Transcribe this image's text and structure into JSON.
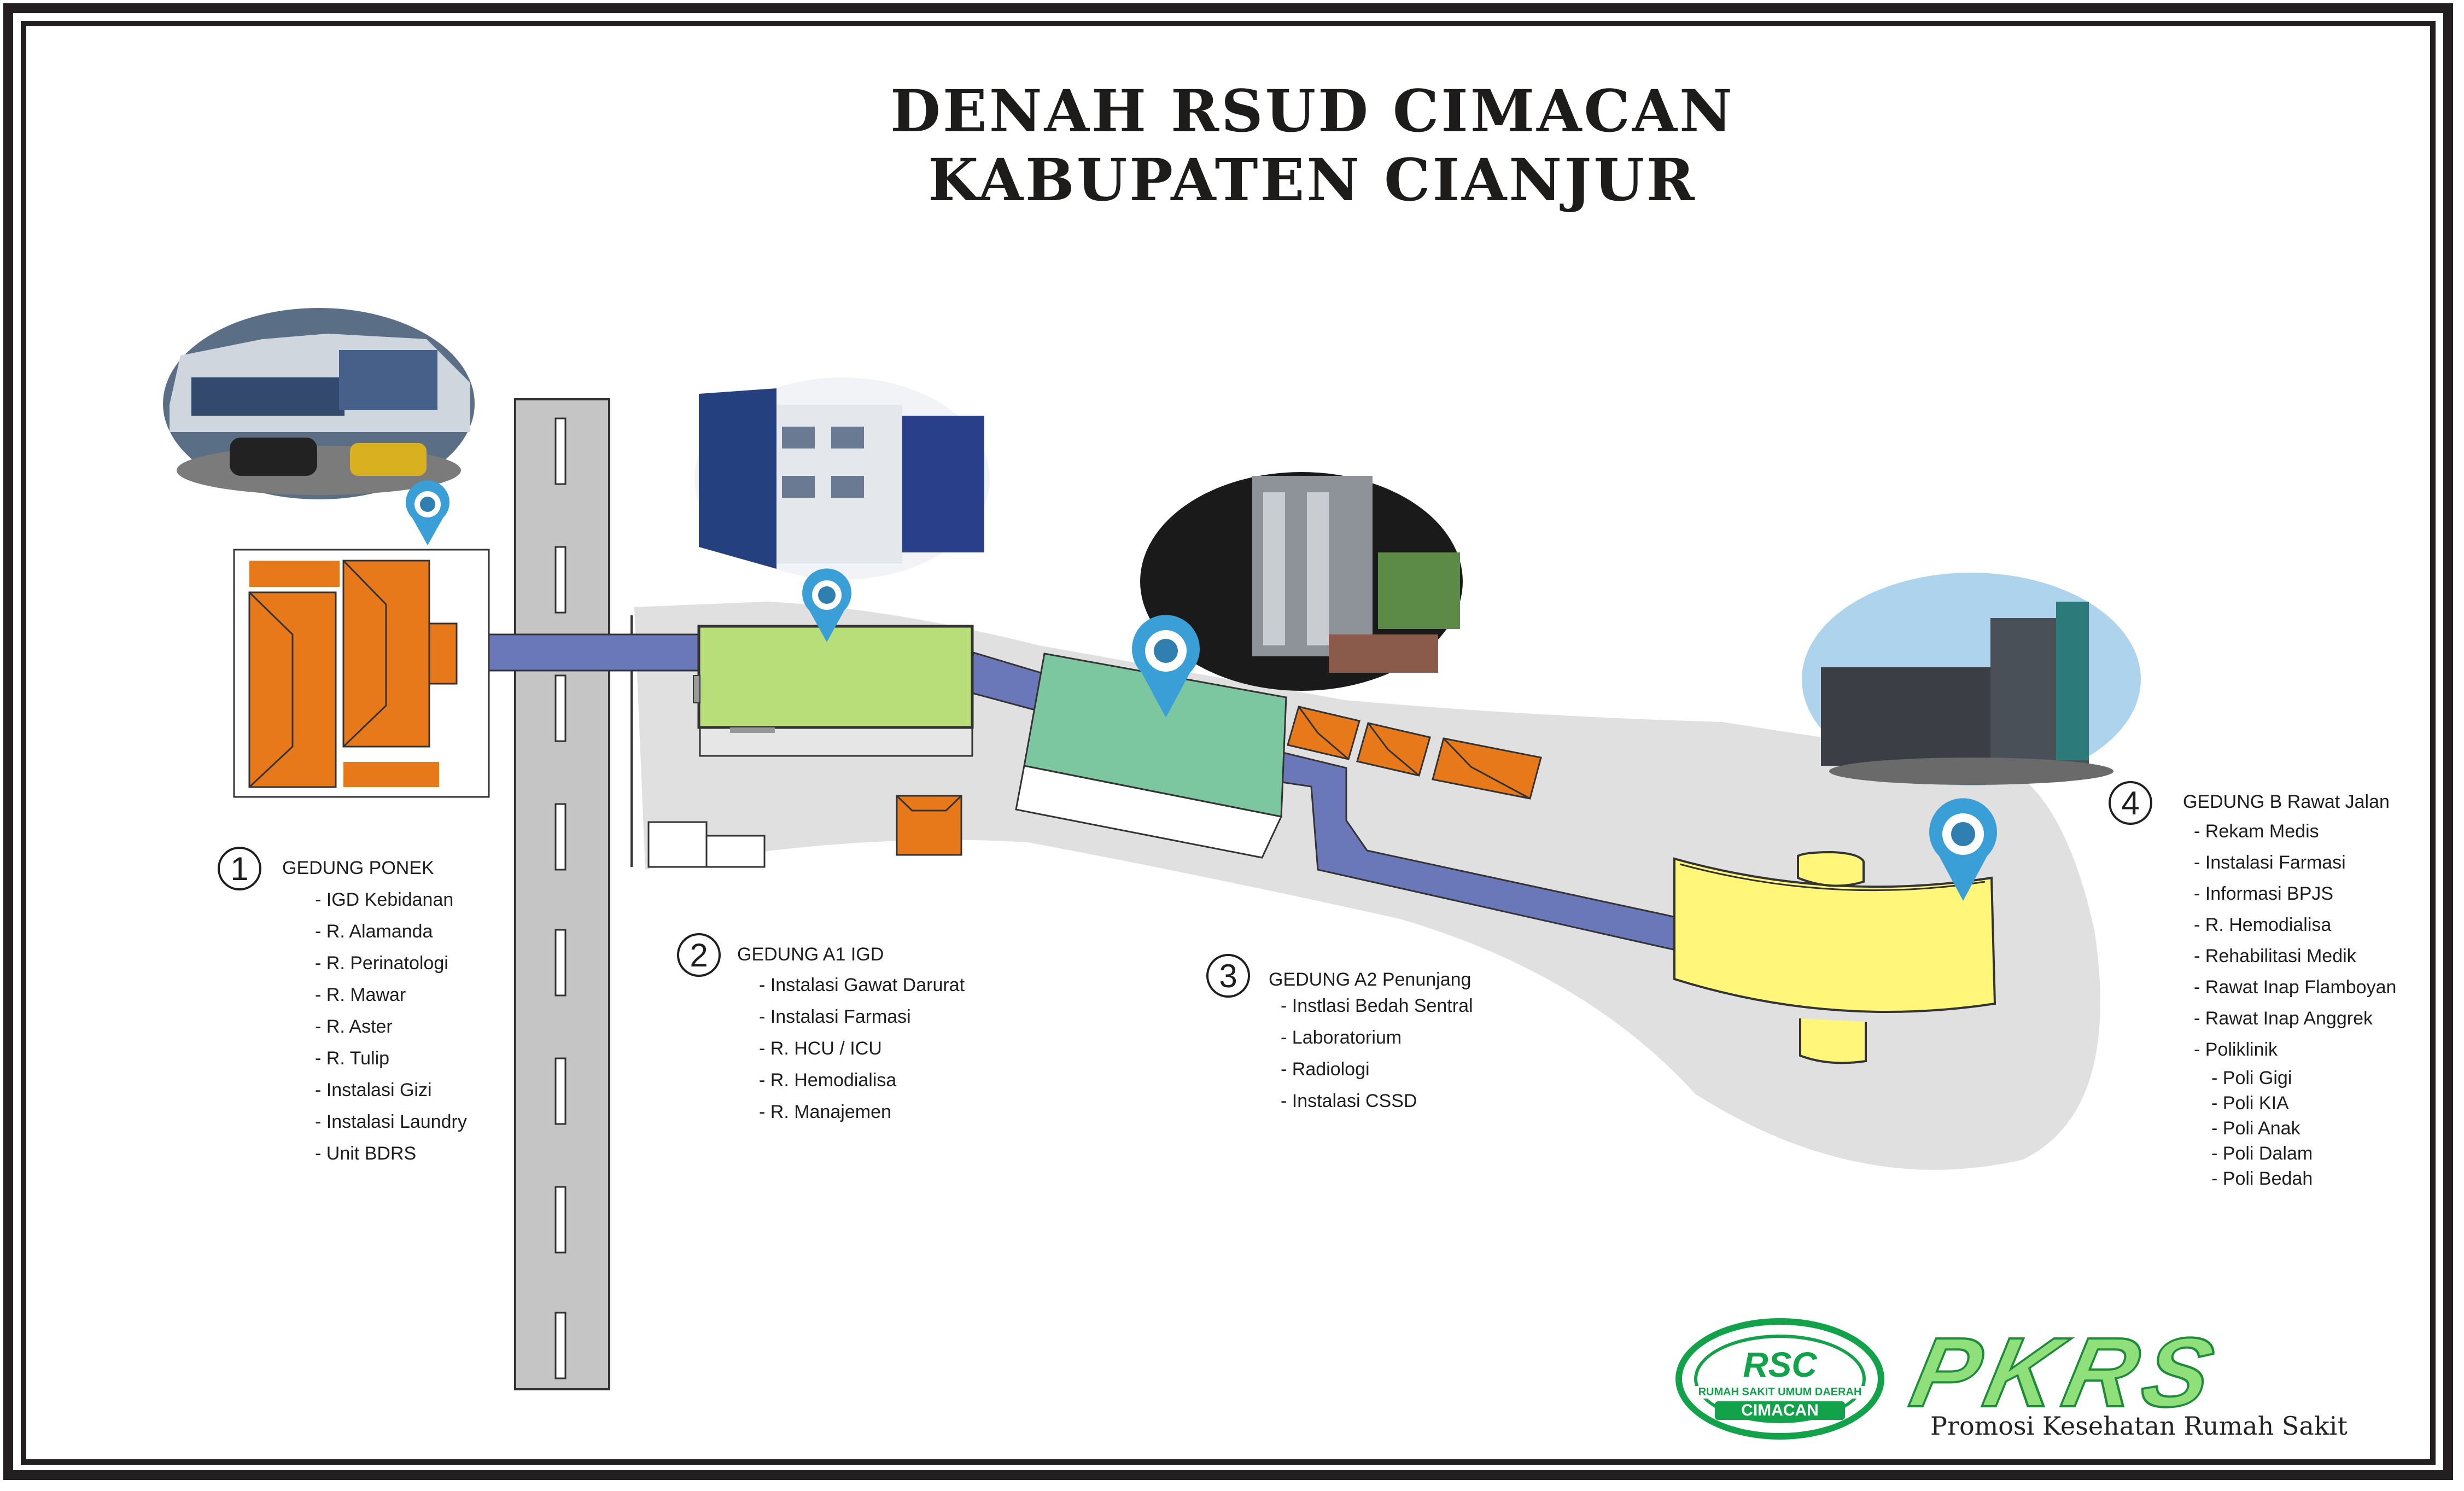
{
  "title": {
    "line1": "DENAH RSUD CIMACAN",
    "line2": "KABUPATEN CIANJUR"
  },
  "buildings": [
    {
      "number": "1",
      "name": "GEDUNG PONEK",
      "rooms": [
        "IGD Kebidanan",
        "R. Alamanda",
        "R. Perinatologi",
        "R. Mawar",
        "R. Aster",
        "R. Tulip",
        "Instalasi Gizi",
        "Instalasi Laundry",
        "Unit BDRS"
      ]
    },
    {
      "number": "2",
      "name": "GEDUNG A1 IGD",
      "rooms": [
        "Instalasi Gawat Darurat",
        "Instalasi Farmasi",
        "R. HCU / ICU",
        "R. Hemodialisa",
        "R. Manajemen"
      ]
    },
    {
      "number": "3",
      "name": "GEDUNG A2 Penunjang",
      "rooms": [
        "Instlasi Bedah Sentral",
        "Laboratorium",
        "Radiologi",
        "Instalasi CSSD"
      ]
    },
    {
      "number": "4",
      "name": "GEDUNG B Rawat Jalan",
      "rooms": [
        "Rekam Medis",
        "Instalasi Farmasi",
        "Informasi BPJS",
        "R. Hemodialisa",
        "Rehabilitasi Medik",
        "Rawat Inap Flamboyan",
        "Rawat Inap Anggrek",
        "Poliklinik"
      ],
      "subrooms": [
        "Poli Gigi",
        "Poli KIA",
        "Poli Anak",
        "Poli Dalam",
        "Poli Bedah"
      ]
    }
  ],
  "logos": {
    "rsc_abbr": "RSC",
    "rsc_line1": "RUMAH SAKIT UMUM DAERAH",
    "rsc_line2": "CIMACAN",
    "pkrs": "PKRS",
    "pkrs_tagline": "Promosi Kesehatan Rumah Sakit"
  },
  "colors": {
    "ponek": "#e8791b",
    "gedung_a1": "#b8de7a",
    "gedung_a2": "#7cc6a0",
    "gedung_b": "#fff67a",
    "walkway": "#6a77b8",
    "campus": "#e0e0e0",
    "road": "#c5c5c5",
    "pin": "#3a9fd6",
    "logo_green": "#11a24a"
  },
  "icons": [
    "location-pin-icon"
  ]
}
